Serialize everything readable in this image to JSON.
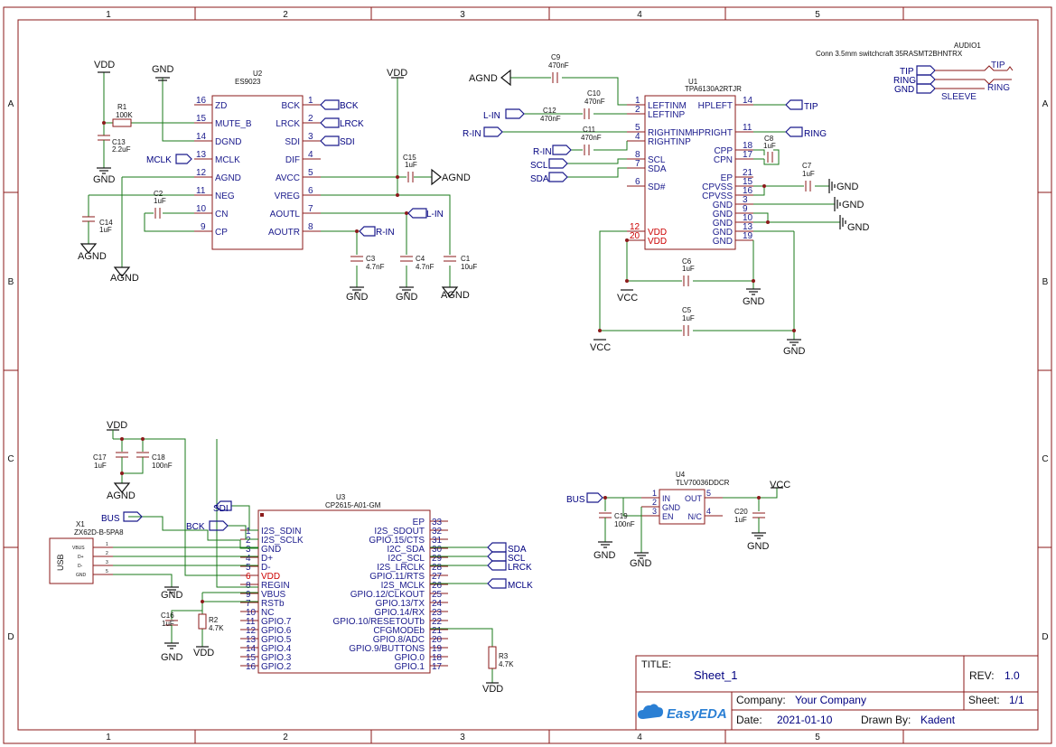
{
  "border": {
    "columns": [
      "1",
      "2",
      "3",
      "4",
      "5"
    ],
    "rows": [
      "A",
      "B",
      "C",
      "D"
    ]
  },
  "title_block": {
    "title_label": "TITLE:",
    "title_value": "Sheet_1",
    "rev_label": "REV:",
    "rev_value": "1.0",
    "company_label": "Company:",
    "company_value": "Your Company",
    "sheet_label": "Sheet:",
    "sheet_value": "1/1",
    "date_label": "Date:",
    "date_value": "2021-01-10",
    "drawn_label": "Drawn By:",
    "drawn_value": "Kadent",
    "logo_text": "EasyEDA"
  },
  "u2": {
    "ref": "U2",
    "part": "ES9023",
    "left_pins": [
      {
        "num": "16",
        "name": "ZD"
      },
      {
        "num": "15",
        "name": "MUTE_B"
      },
      {
        "num": "14",
        "name": "DGND"
      },
      {
        "num": "13",
        "name": "MCLK"
      },
      {
        "num": "12",
        "name": "AGND"
      },
      {
        "num": "11",
        "name": "NEG"
      },
      {
        "num": "10",
        "name": "CN"
      },
      {
        "num": "9",
        "name": "CP"
      }
    ],
    "right_pins": [
      {
        "num": "1",
        "name": "BCK"
      },
      {
        "num": "2",
        "name": "LRCK"
      },
      {
        "num": "3",
        "name": "SDI"
      },
      {
        "num": "4",
        "name": "DIF"
      },
      {
        "num": "5",
        "name": "AVCC"
      },
      {
        "num": "6",
        "name": "VREG"
      },
      {
        "num": "7",
        "name": "AOUTL"
      },
      {
        "num": "8",
        "name": "AOUTR"
      }
    ]
  },
  "u1": {
    "ref": "U1",
    "part": "TPA6130A2RTJR",
    "left_pins": [
      {
        "num": "1",
        "name": "LEFTINM"
      },
      {
        "num": "2",
        "name": "LEFTINP"
      },
      {
        "num": "5",
        "name": "RIGHTINM"
      },
      {
        "num": "4",
        "name": "RIGHTINP"
      },
      {
        "num": "8",
        "name": "SCL"
      },
      {
        "num": "7",
        "name": "SDA"
      },
      {
        "num": "6",
        "name": "SD#"
      },
      {
        "num": "12",
        "name": "VDD"
      },
      {
        "num": "20",
        "name": "VDD"
      }
    ],
    "right_pins": [
      {
        "num": "14",
        "name": "HPLEFT"
      },
      {
        "num": "11",
        "name": "HPRIGHT"
      },
      {
        "num": "18",
        "name": "CPP"
      },
      {
        "num": "17",
        "name": "CPN"
      },
      {
        "num": "21",
        "name": "EP"
      },
      {
        "num": "15",
        "name": "CPVSS"
      },
      {
        "num": "16",
        "name": "CPVSS"
      },
      {
        "num": "3",
        "name": "GND"
      },
      {
        "num": "9",
        "name": "GND"
      },
      {
        "num": "10",
        "name": "GND"
      },
      {
        "num": "13",
        "name": "GND"
      },
      {
        "num": "19",
        "name": "GND"
      }
    ]
  },
  "u3": {
    "ref": "U3",
    "part": "CP2615-A01-GM",
    "left_pins": [
      {
        "num": "1",
        "name": "I2S_SDIN"
      },
      {
        "num": "2",
        "name": "I2S_SCLK"
      },
      {
        "num": "3",
        "name": "GND"
      },
      {
        "num": "4",
        "name": "D+"
      },
      {
        "num": "5",
        "name": "D-"
      },
      {
        "num": "6",
        "name": "VDD"
      },
      {
        "num": "8",
        "name": "REGIN"
      },
      {
        "num": "9",
        "name": "VBUS"
      },
      {
        "num": "7",
        "name": "RSTb"
      },
      {
        "num": "10",
        "name": "NC"
      },
      {
        "num": "11",
        "name": "GPIO.7"
      },
      {
        "num": "12",
        "name": "GPIO.6"
      },
      {
        "num": "13",
        "name": "GPIO.5"
      },
      {
        "num": "14",
        "name": "GPIO.4"
      },
      {
        "num": "15",
        "name": "GPIO.3"
      },
      {
        "num": "16",
        "name": "GPIO.2"
      }
    ],
    "right_pins": [
      {
        "num": "33",
        "name": "EP"
      },
      {
        "num": "32",
        "name": "I2S_SDOUT"
      },
      {
        "num": "31",
        "name": "GPIO.15/CTS"
      },
      {
        "num": "30",
        "name": "I2C_SDA"
      },
      {
        "num": "29",
        "name": "I2C_SCL"
      },
      {
        "num": "28",
        "name": "I2S_LRCLK"
      },
      {
        "num": "27",
        "name": "GPIO.11/RTS"
      },
      {
        "num": "26",
        "name": "I2S_MCLK"
      },
      {
        "num": "25",
        "name": "GPIO.12/CLKOUT"
      },
      {
        "num": "24",
        "name": "GPIO.13/TX"
      },
      {
        "num": "23",
        "name": "GPIO.14/RX"
      },
      {
        "num": "22",
        "name": "GPIO.10/RESETOUTb"
      },
      {
        "num": "21",
        "name": "CFGMODEb"
      },
      {
        "num": "20",
        "name": "GPIO.8/ADC"
      },
      {
        "num": "19",
        "name": "GPIO.9/BUTTONS"
      },
      {
        "num": "18",
        "name": "GPIO.0"
      },
      {
        "num": "17",
        "name": "GPIO.1"
      }
    ]
  },
  "u4": {
    "ref": "U4",
    "part": "TLV70036DDCR",
    "left_pins": [
      {
        "num": "1",
        "name": "IN"
      },
      {
        "num": "2",
        "name": "GND"
      },
      {
        "num": "3",
        "name": "EN"
      }
    ],
    "right_pins": [
      {
        "num": "5",
        "name": "OUT"
      },
      {
        "num": "4",
        "name": "N/C"
      }
    ]
  },
  "x1": {
    "ref": "X1",
    "part": "ZX62D-B-5PA8",
    "body_label": "USB",
    "pins": [
      {
        "num": "1",
        "name": "VBUS"
      },
      {
        "num": "2",
        "name": "D+"
      },
      {
        "num": "3",
        "name": "D-"
      },
      {
        "num": "5",
        "name": "GND"
      }
    ]
  },
  "audio1": {
    "ref": "AUDIO1",
    "part": "Conn 3.5mm switchcraft 35RASMT2BHNTRX",
    "pins": [
      "TIP",
      "RING",
      "SLEEVE"
    ]
  },
  "components": [
    {
      "ref": "R1",
      "value": "100K"
    },
    {
      "ref": "C13",
      "value": "2.2uF"
    },
    {
      "ref": "C14",
      "value": "1uF"
    },
    {
      "ref": "C2",
      "value": "1uF"
    },
    {
      "ref": "C15",
      "value": "1uF"
    },
    {
      "ref": "C3",
      "value": "4.7nF"
    },
    {
      "ref": "C4",
      "value": "4.7nF"
    },
    {
      "ref": "C1",
      "value": "10uF"
    },
    {
      "ref": "C9",
      "value": "470nF"
    },
    {
      "ref": "C10",
      "value": "470nF"
    },
    {
      "ref": "C12",
      "value": "470nF"
    },
    {
      "ref": "C11",
      "value": "470nF"
    },
    {
      "ref": "C8",
      "value": "1uF"
    },
    {
      "ref": "C7",
      "value": "1uF"
    },
    {
      "ref": "C6",
      "value": "1uF"
    },
    {
      "ref": "C5",
      "value": "1uF"
    },
    {
      "ref": "C17",
      "value": "1uF"
    },
    {
      "ref": "C18",
      "value": "100nF"
    },
    {
      "ref": "C16",
      "value": "1uF"
    },
    {
      "ref": "R2",
      "value": "4.7K"
    },
    {
      "ref": "R3",
      "value": "4.7K"
    },
    {
      "ref": "C19",
      "value": "100nF"
    },
    {
      "ref": "C20",
      "value": "1uF"
    }
  ],
  "nets": {
    "vdd": "VDD",
    "gnd": "GND",
    "agnd": "AGND",
    "vcc": "VCC",
    "bus": "BUS",
    "bck": "BCK",
    "lrck": "LRCK",
    "sdi": "SDI",
    "mclk": "MCLK",
    "scl": "SCL",
    "sda": "SDA",
    "l_in": "L-IN",
    "r_in": "R-IN",
    "tip": "TIP",
    "ring": "RING",
    "sleeve": "SLEEVE"
  }
}
